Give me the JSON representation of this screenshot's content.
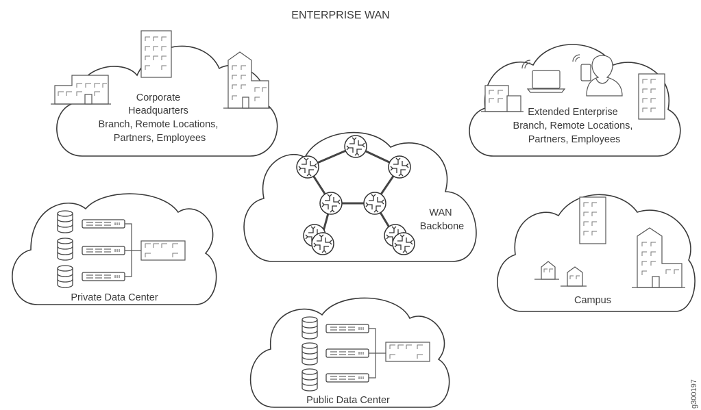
{
  "title": "ENTERPRISE WAN",
  "corporate": {
    "lines": [
      "Corporate",
      "Headquarters",
      "Branch, Remote Locations,",
      "Partners, Employees"
    ]
  },
  "extended": {
    "lines": [
      "Extended Enterprise",
      "Branch, Remote Locations,",
      "Partners, Employees"
    ]
  },
  "backbone": {
    "lines": [
      "WAN",
      "Backbone"
    ]
  },
  "private_dc": {
    "label": "Private Data Center"
  },
  "public_dc": {
    "label": "Public Data Center"
  },
  "campus": {
    "label": "Campus"
  },
  "figure_id": "g300197"
}
